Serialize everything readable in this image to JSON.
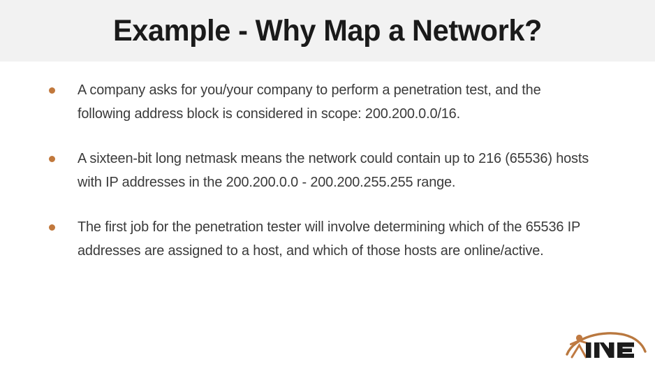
{
  "slide": {
    "title": "Example - Why Map a Network?",
    "bullets": [
      "A company asks for you/your company to perform a penetration test, and the following address block is considered in scope: 200.200.0.0/16.",
      "A sixteen-bit long netmask means the network could contain up to 216 (65536) hosts with IP addresses in the 200.200.0.0 - 200.200.255.255 range.",
      "The first job for the penetration tester will involve determining which of the 65536 IP addresses are assigned to a host, and which of those hosts are online/active."
    ]
  },
  "logo": {
    "wordmark": "INE",
    "figure_color": "#c07a42",
    "arc_color": "#b9783f",
    "text_color": "#1c1c1c"
  },
  "theme": {
    "header_background": "#f2f2f2",
    "body_background": "#ffffff",
    "title_color": "#1a1a1a",
    "body_text_color": "#3a3a3a",
    "bullet_color": "#c1783c"
  }
}
